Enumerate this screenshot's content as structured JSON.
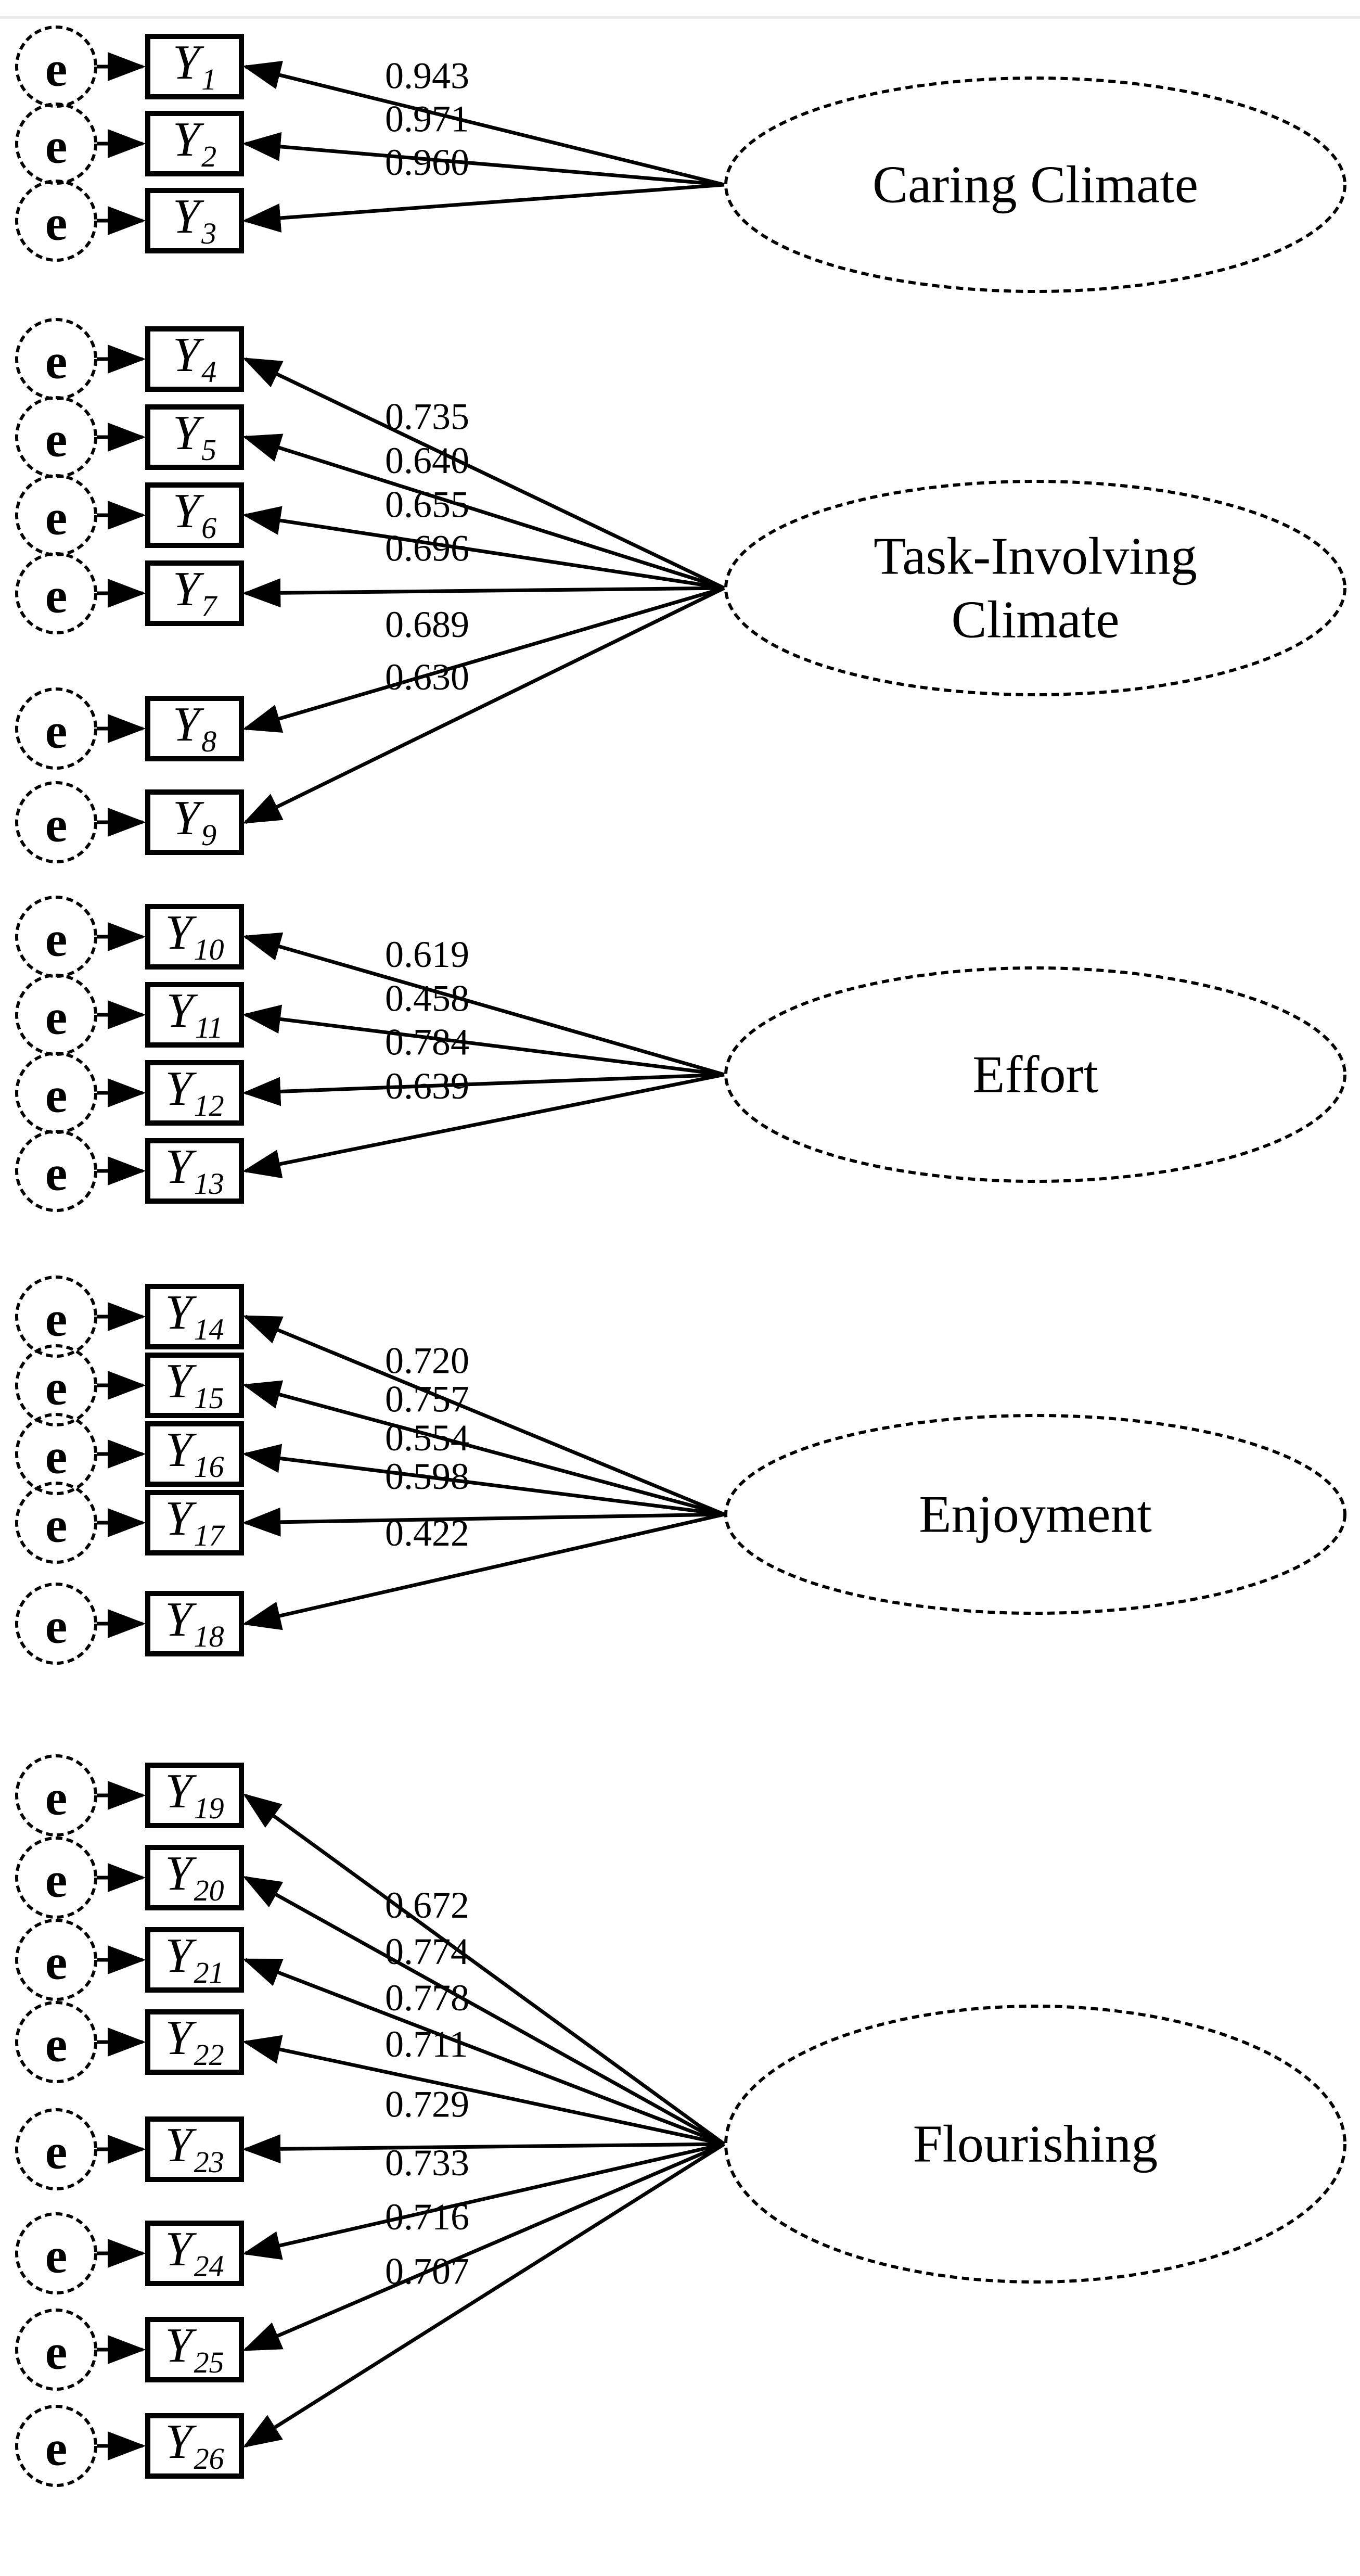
{
  "figure": {
    "type": "confirmatory-factor-analysis-path-diagram",
    "error_label": "e",
    "colors": {
      "ink": "#000000",
      "background": "#ffffff",
      "scan_edge_line": "#e9e9e9"
    },
    "factors": [
      {
        "label": "Caring Climate",
        "label_lines": [
          "Caring Climate"
        ],
        "indicators": [
          {
            "label_main": "Y",
            "label_sub": "1",
            "loading": "0.943"
          },
          {
            "label_main": "Y",
            "label_sub": "2",
            "loading": "0.971"
          },
          {
            "label_main": "Y",
            "label_sub": "3",
            "loading": "0.960"
          }
        ]
      },
      {
        "label": "Task-Involving Climate",
        "label_lines": [
          "Task-Involving",
          "Climate"
        ],
        "indicators": [
          {
            "label_main": "Y",
            "label_sub": "4",
            "loading": "0.735"
          },
          {
            "label_main": "Y",
            "label_sub": "5",
            "loading": "0.640"
          },
          {
            "label_main": "Y",
            "label_sub": "6",
            "loading": "0.655"
          },
          {
            "label_main": "Y",
            "label_sub": "7",
            "loading": "0.696"
          },
          {
            "label_main": "Y",
            "label_sub": "8",
            "loading": "0.689"
          },
          {
            "label_main": "Y",
            "label_sub": "9",
            "loading": "0.630"
          }
        ]
      },
      {
        "label": "Effort",
        "label_lines": [
          "Effort"
        ],
        "indicators": [
          {
            "label_main": "Y",
            "label_sub": "10",
            "loading": "0.619"
          },
          {
            "label_main": "Y",
            "label_sub": "11",
            "loading": "0.458"
          },
          {
            "label_main": "Y",
            "label_sub": "12",
            "loading": "0.784"
          },
          {
            "label_main": "Y",
            "label_sub": "13",
            "loading": "0.639"
          }
        ]
      },
      {
        "label": "Enjoyment",
        "label_lines": [
          "Enjoyment"
        ],
        "indicators": [
          {
            "label_main": "Y",
            "label_sub": "14",
            "loading": "0.720"
          },
          {
            "label_main": "Y",
            "label_sub": "15",
            "loading": "0.757"
          },
          {
            "label_main": "Y",
            "label_sub": "16",
            "loading": "0.554"
          },
          {
            "label_main": "Y",
            "label_sub": "17",
            "loading": "0.598"
          },
          {
            "label_main": "Y",
            "label_sub": "18",
            "loading": "0.422"
          }
        ]
      },
      {
        "label": "Flourishing",
        "label_lines": [
          "Flourishing"
        ],
        "indicators": [
          {
            "label_main": "Y",
            "label_sub": "19",
            "loading": "0.672"
          },
          {
            "label_main": "Y",
            "label_sub": "20",
            "loading": "0.774"
          },
          {
            "label_main": "Y",
            "label_sub": "21",
            "loading": "0.778"
          },
          {
            "label_main": "Y",
            "label_sub": "22",
            "loading": "0.711"
          },
          {
            "label_main": "Y",
            "label_sub": "23",
            "loading": "0.729"
          },
          {
            "label_main": "Y",
            "label_sub": "24",
            "loading": "0.733"
          },
          {
            "label_main": "Y",
            "label_sub": "25",
            "loading": "0.716"
          },
          {
            "label_main": "Y",
            "label_sub": "26",
            "loading": "0.707"
          }
        ]
      }
    ]
  }
}
